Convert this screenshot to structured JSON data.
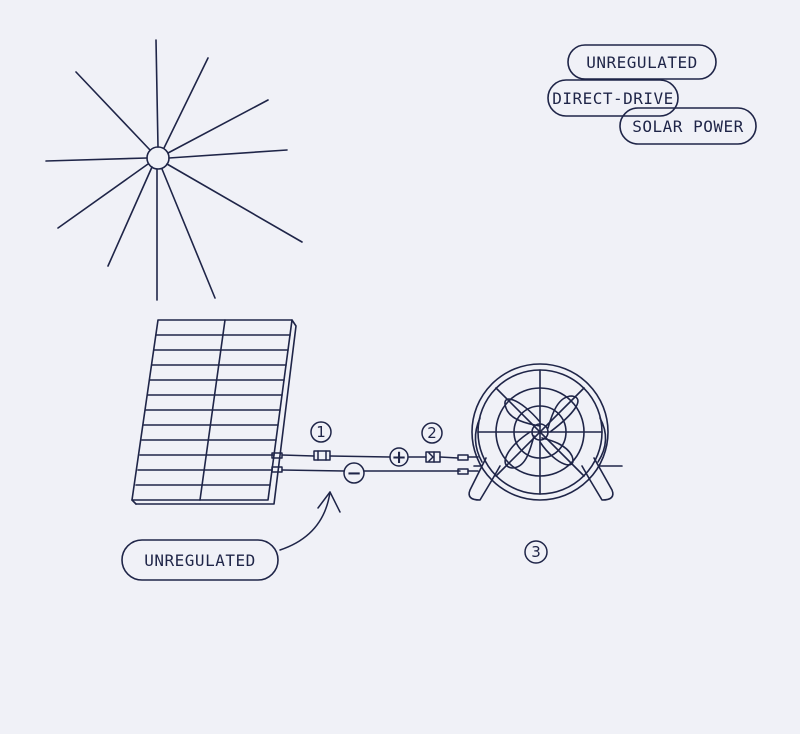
{
  "title_tags": [
    "UNREGULATED",
    "DIRECT-DRIVE",
    "SOLAR POWER"
  ],
  "callout_label": "UNREGULATED",
  "markers": [
    "1",
    "2",
    "3"
  ],
  "polarity": {
    "positive": "+",
    "negative": "−"
  },
  "ink_color": "#1f2548",
  "background_color": "#f0f1f7"
}
